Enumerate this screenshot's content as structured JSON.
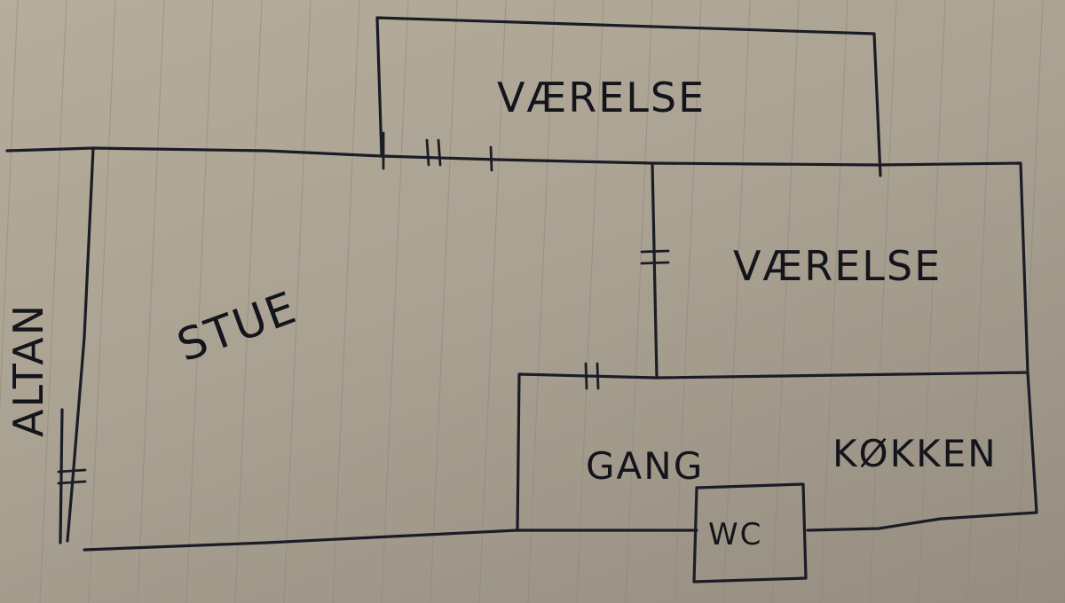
{
  "floorplan": {
    "rooms": {
      "bedroom_top": "VÆRELSE",
      "bedroom_right": "VÆRELSE",
      "living_room": "STUE",
      "balcony": "ALTAN",
      "hallway": "GANG",
      "kitchen": "KØKKEN",
      "toilet": "WC"
    }
  },
  "colors": {
    "ink": "#1a1c26",
    "paper": "#aaa292",
    "ruled_line": "#8f887b"
  }
}
